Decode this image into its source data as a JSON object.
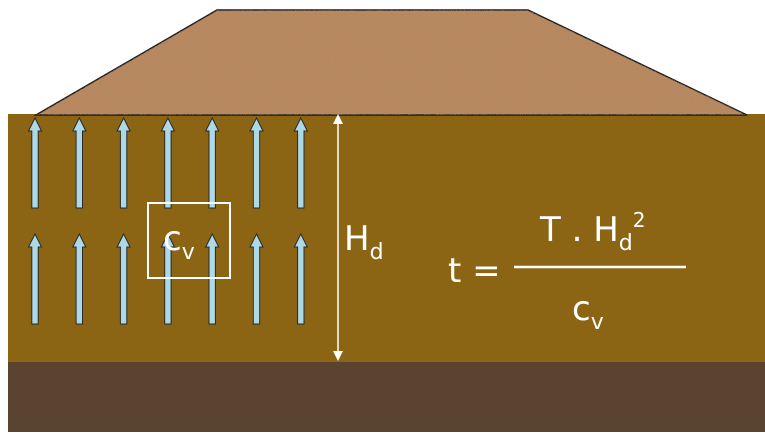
{
  "colors": {
    "background": "#ffffff",
    "embankment": "#b8865c",
    "embankment_outline": "#1a1a1a",
    "clay_layer": "#8b6414",
    "base_layer": "#5a4430",
    "arrow_fill": "#add8e6",
    "arrow_stroke": "#2a2a2a",
    "annotation": "#ffffff"
  },
  "icons": {
    "drainage_arrow": "arrow-up-icon",
    "dimension_arrow": "double-headed-arrow-icon"
  },
  "arrow_columns": 7,
  "arrow_rows": 2,
  "cv_box": {
    "base": "c",
    "sub": "v"
  },
  "height_label": {
    "base": "H",
    "sub": "d"
  },
  "equation": {
    "lhs": "t",
    "equals": "=",
    "numerator": {
      "factor": "T",
      "operator": ".",
      "base": "H",
      "sub": "d",
      "sup": "2"
    },
    "denominator": {
      "base": "c",
      "sub": "v"
    }
  }
}
